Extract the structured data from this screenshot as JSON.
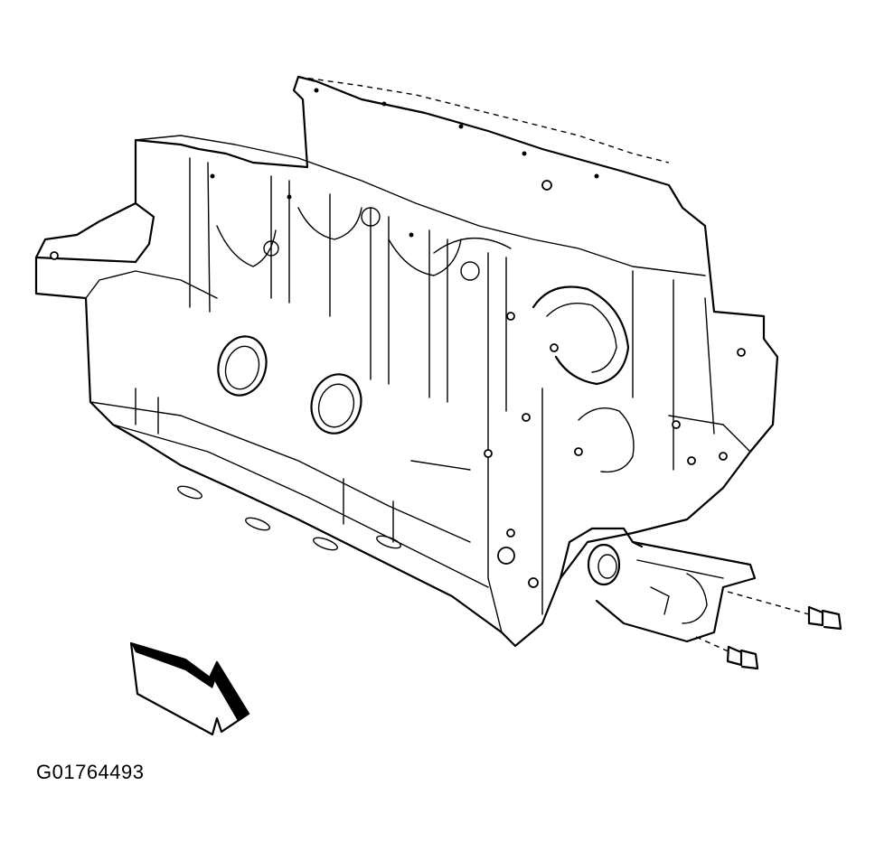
{
  "figure": {
    "reference_code": "G01764493",
    "icons": [
      "engine-block-illustration",
      "direction-arrow-icon",
      "rear-main-bearing-cap",
      "cap-bolt",
      "cap-bolt"
    ]
  }
}
